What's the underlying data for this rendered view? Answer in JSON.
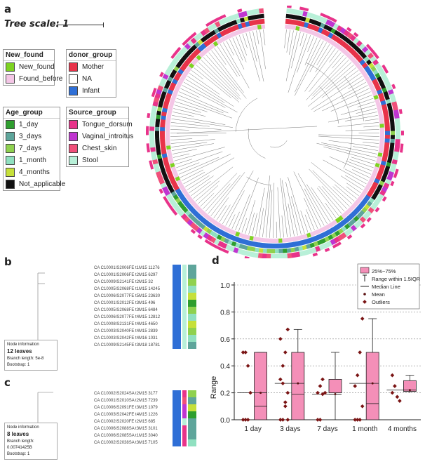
{
  "panels": {
    "a": "a",
    "b": "b",
    "c": "c",
    "d": "d"
  },
  "tree_scale": "Tree scale: 1",
  "legends": {
    "new_found": {
      "title": "New_found",
      "items": [
        {
          "label": "New_found",
          "color": "#7ed321"
        },
        {
          "label": "Found_before",
          "color": "#f4c6e6"
        }
      ]
    },
    "donor_group": {
      "title": "donor_group",
      "items": [
        {
          "label": "Mother",
          "color": "#e8334a"
        },
        {
          "label": "NA",
          "color": "#ffffff"
        },
        {
          "label": "Infant",
          "color": "#2f6fd6"
        }
      ]
    },
    "age_group": {
      "title": "Age_group",
      "items": [
        {
          "label": "1_day",
          "color": "#2e9e2e"
        },
        {
          "label": "3_days",
          "color": "#5ea59b"
        },
        {
          "label": "7_days",
          "color": "#8fd14f"
        },
        {
          "label": "1_month",
          "color": "#90e0c0"
        },
        {
          "label": "4_months",
          "color": "#c6e03a"
        },
        {
          "label": "Not_applicable",
          "color": "#111111"
        }
      ]
    },
    "source_group": {
      "title": "Source_group",
      "items": [
        {
          "label": "Tongue_dorsum",
          "color": "#e8338a"
        },
        {
          "label": "Vaginal_introitus",
          "color": "#c035d0"
        },
        {
          "label": "Chest_skin",
          "color": "#f0507a"
        },
        {
          "label": "Stool",
          "color": "#b8f0d8"
        }
      ]
    }
  },
  "panel_b": {
    "node_info": {
      "title": "Node information",
      "leaves": "12 leaves",
      "branch": "Branch length: 5e-8",
      "bootstrap": "Bootstrap: 1"
    },
    "leaves": [
      "CA C10001IS2006FE t1M15  11276",
      "CA C10001IS2006FE t2M15  6297",
      "CA C10009IS2141FE t2M15  32",
      "CA C10005IS2068FE t1M15  14245",
      "CA C10006IS2077FE t5M15  23630",
      "CA C10001IS2012FE t3M15  496",
      "CA C10005IS2068FE t3M15  6484",
      "CA C10006IS2077FE t4M15  12812",
      "CA C10008IS2131FE t4M15  4650",
      "CA C10003IS2040FE t4M15  2839",
      "CA C10003IS2042FE t4M16  1031",
      "CA C10009IS2145FE t3M18  18781"
    ]
  },
  "panel_c": {
    "node_info": {
      "title": "Node information",
      "leaves": "8 leaves",
      "branch": "Branch length: 0.00741425B",
      "bootstrap": "Bootstrap: 1"
    },
    "leaves": [
      "CA C10002IS2024SA t2M15  3177",
      "CA C10001IS2010SA t2M15  7239",
      "CA C10006IS2091FE t3M15  1079",
      "CA C10003IS2042FE t4M15  1226",
      "CA C10002IS2020FE t2M15  685",
      "CA C10006IS2088SA t3M15  3101",
      "CA C10006IS2085SA t1M15  3040",
      "CA C10002IS2038SA t3M15  7105"
    ]
  },
  "chart_data": {
    "type": "box",
    "categories": [
      "1 day",
      "3 days",
      "7 days",
      "1 month",
      "4 months"
    ],
    "ylabel": "Range",
    "ylim": [
      0,
      1.0
    ],
    "yticks": [
      "0.0",
      "0.2",
      "0.4",
      "0.6",
      "0.8",
      "1.0"
    ],
    "box_color": "#f48fb8",
    "legend": [
      "25%~75%",
      "Range within 1.5IQR",
      "Median Line",
      "Mean",
      "Outliers"
    ],
    "boxes": [
      {
        "q1": 0,
        "median": 0.1,
        "q3": 0.5,
        "mean": 0.2,
        "whisker_low": 0,
        "whisker_high": 0.5,
        "points": [
          0,
          0,
          0,
          0.2,
          0.5,
          0.5,
          0.4
        ]
      },
      {
        "q1": 0,
        "median": 0.19,
        "q3": 0.5,
        "mean": 0.27,
        "whisker_low": 0,
        "whisker_high": 0.67,
        "points": [
          0,
          0,
          0.1,
          0.2,
          0.3,
          0.4,
          0.5,
          0.67,
          0.6,
          0.27,
          0.13,
          0
        ]
      },
      {
        "q1": 0.2,
        "median": 0.19,
        "q3": 0.3,
        "mean": 0.19,
        "whisker_low": 0,
        "whisker_high": 0.5,
        "points": [
          0,
          0,
          0.19,
          0.2,
          0.2,
          0.25,
          0.3
        ]
      },
      {
        "q1": 0,
        "median": 0.12,
        "q3": 0.5,
        "mean": 0.27,
        "whisker_low": 0,
        "whisker_high": 0.75,
        "points": [
          0,
          0,
          0,
          0.1,
          0.25,
          0.33,
          0.5,
          0.75
        ]
      },
      {
        "q1": 0.21,
        "median": 0.21,
        "q3": 0.29,
        "mean": 0.22,
        "whisker_low": 0.2,
        "whisker_high": 0.33,
        "points": [
          0.2,
          0.25,
          0.17,
          0.14,
          0.33
        ]
      }
    ]
  }
}
